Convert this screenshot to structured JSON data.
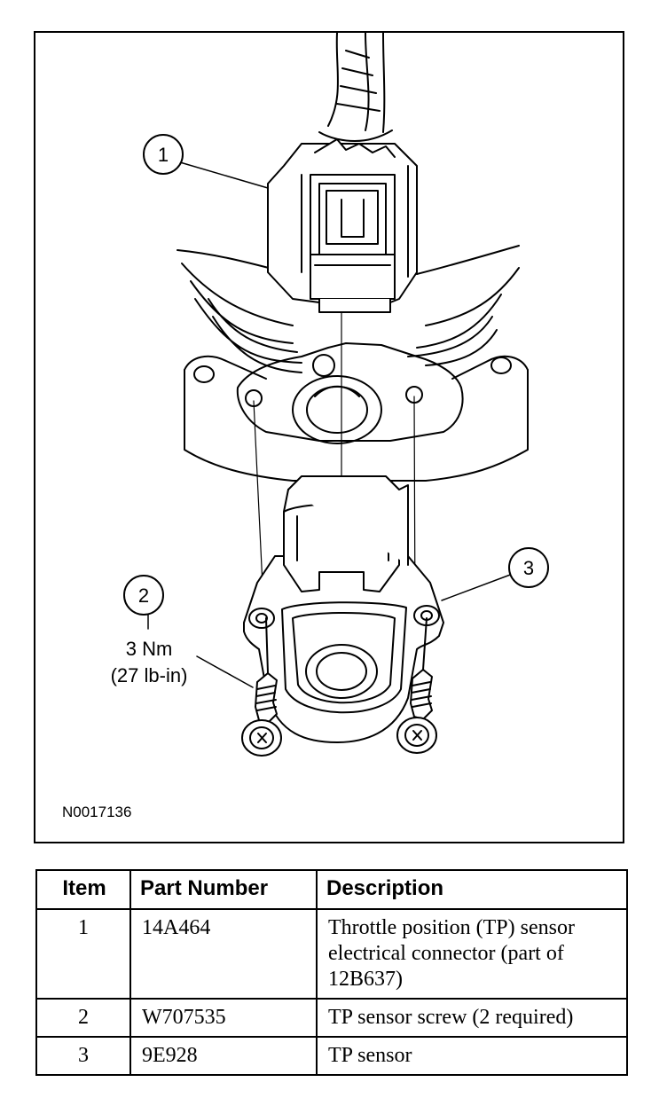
{
  "figure": {
    "callouts": [
      {
        "number": "1"
      },
      {
        "number": "2",
        "torque_nm": "3 Nm",
        "torque_lbin": "(27 lb-in)"
      },
      {
        "number": "3"
      }
    ],
    "figure_id": "N0017136"
  },
  "table": {
    "headers": [
      "Item",
      "Part Number",
      "Description"
    ],
    "rows": [
      {
        "item": "1",
        "part_number": "14A464",
        "description": "Throttle position (TP) sensor electrical connector (part of 12B637)"
      },
      {
        "item": "2",
        "part_number": "W707535",
        "description": "TP sensor screw (2 required)"
      },
      {
        "item": "3",
        "part_number": "9E928",
        "description": "TP sensor"
      }
    ]
  }
}
